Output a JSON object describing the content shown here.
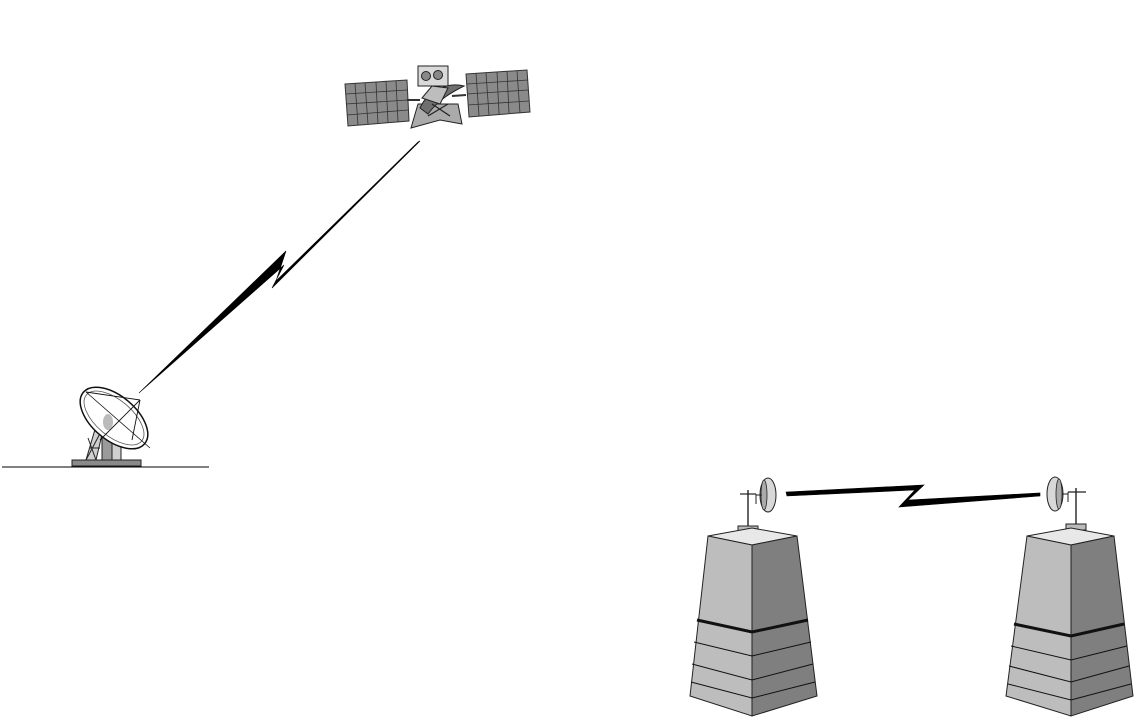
{
  "diagram": {
    "components": [
      {
        "id": "satellite",
        "icon": "satellite-icon"
      },
      {
        "id": "ground-station",
        "icon": "satellite-dish-icon"
      },
      {
        "id": "tower-left",
        "icon": "microwave-tower-icon"
      },
      {
        "id": "tower-right",
        "icon": "microwave-tower-icon"
      }
    ],
    "links": [
      {
        "from": "ground-station",
        "to": "satellite",
        "type": "wireless"
      },
      {
        "from": "tower-left",
        "to": "tower-right",
        "type": "wireless"
      }
    ],
    "colors": {
      "background": "#ffffff",
      "line": "#000000",
      "panel": "#8a8a8a",
      "tower_light": "#bdbdbd",
      "tower_dark": "#7f7f7f"
    }
  }
}
